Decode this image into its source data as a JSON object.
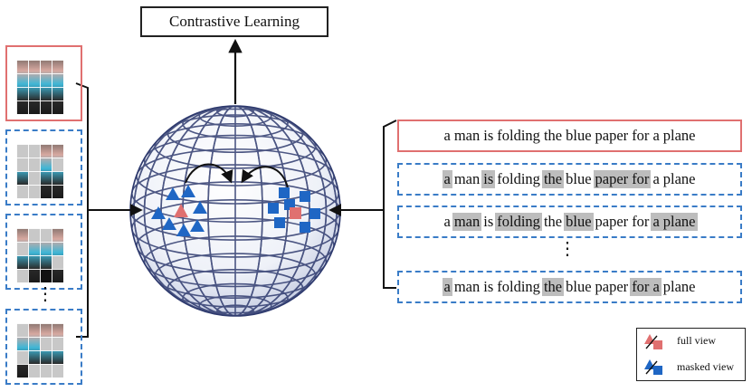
{
  "top_box": {
    "label": "Contrastive Learning"
  },
  "sentences": {
    "full": [
      "a",
      "man",
      "is",
      "folding",
      "the",
      "blue",
      "paper",
      "for",
      "a",
      "plane"
    ],
    "masked_1": {
      "words": [
        "a",
        "man",
        "is",
        "folding",
        "the",
        "blue",
        "paper",
        "for",
        "a",
        "plane"
      ],
      "highlighted": [
        0,
        2,
        4,
        6,
        7
      ]
    },
    "masked_2": {
      "words": [
        "a",
        "man",
        "is",
        "folding",
        "the",
        "blue",
        "paper",
        "for",
        "a",
        "plane"
      ],
      "highlighted": [
        1,
        3,
        5,
        8,
        9
      ]
    },
    "masked_3": {
      "words": [
        "a",
        "man",
        "is",
        "folding",
        "the",
        "blue",
        "paper",
        "for",
        "a",
        "plane"
      ],
      "highlighted": [
        0,
        4,
        7,
        8
      ]
    }
  },
  "ellipsis": "⋮",
  "legend": {
    "full_view": "full view",
    "masked_view": "masked view"
  },
  "colors": {
    "full": "#e07070",
    "masked": "#3a7cc7",
    "highlight": "#bdbdbd",
    "globe": "#2e3a6e"
  }
}
